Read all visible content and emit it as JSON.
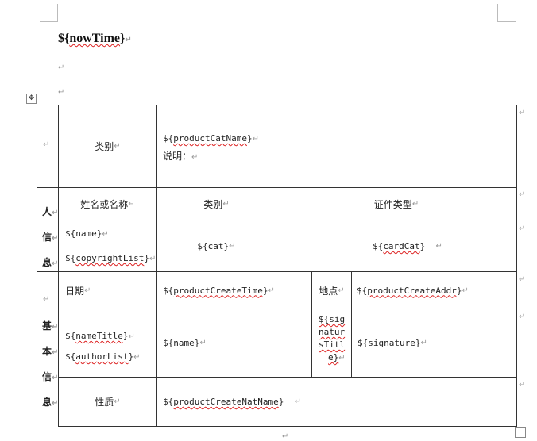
{
  "heading": {
    "prefix": "${",
    "var": "nowTime",
    "suffix": "}"
  },
  "para_mark": "↵",
  "table_move_glyph": "✥",
  "table": {
    "row1": {
      "label": "类别",
      "product_prefix": "${",
      "product_var": "productCatName",
      "product_suffix": "}",
      "desc_label": "说明："
    },
    "row2": {
      "side_chars": [
        "人",
        "信",
        "息"
      ],
      "header_name": "姓名或名称",
      "header_category": "类别",
      "header_id_type": "证件类型",
      "name_prefix": "${",
      "name_var": "name",
      "name_suffix": "}",
      "copyright_prefix": "${",
      "copyright_var": "copyrightList",
      "copyright_suffix": "}",
      "cat": "${cat}",
      "cardcat_prefix": "${",
      "cardcat_var": "cardCat",
      "cardcat_suffix": "}"
    },
    "row3": {
      "side_chars": [
        "基",
        "本",
        "信",
        "息"
      ],
      "date_label": "日期",
      "create_time_prefix": "${",
      "create_time_var": "productCreateTime",
      "create_time_suffix": "}",
      "place_label": "地点",
      "create_addr_prefix": "${",
      "create_addr_var": "productCreateAddr",
      "create_addr_suffix": "}",
      "nametitle_prefix": "${",
      "nametitle_var": "nameTitle",
      "nametitle_suffix": "}",
      "authorlist_prefix": "${",
      "authorlist_var": "authorList",
      "authorlist_suffix": "}",
      "name2": "${name}",
      "sigtitle_lines": [
        "${sig",
        "natur",
        "sTitl",
        "e}"
      ],
      "signature": "${signature}",
      "nature_label": "性质",
      "nat_prefix": "${",
      "nat_var": "productCreateNatName",
      "nat_suffix": "}"
    }
  }
}
